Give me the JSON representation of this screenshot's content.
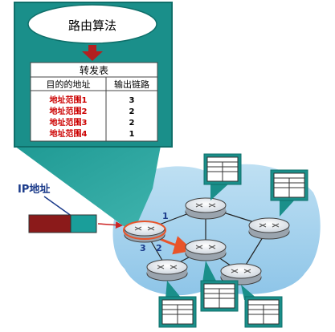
{
  "title": "路由算法",
  "forwarding_table": {
    "title": "转发表",
    "headers": [
      "目的的地址",
      "输出链路"
    ],
    "rows": [
      {
        "dest": "地址范围1",
        "link": "3"
      },
      {
        "dest": "地址范围2",
        "link": "2"
      },
      {
        "dest": "地址范围3",
        "link": "2"
      },
      {
        "dest": "地址范围4",
        "link": "1"
      }
    ]
  },
  "ip_label": "IP地址",
  "port_labels": [
    "1",
    "2",
    "3"
  ],
  "colors": {
    "panel": "#1a8f8a",
    "network_cloud": "#a9d4ee",
    "arrow": "#e8542a",
    "packet_header": "#8b1a1a",
    "packet_body": "#1a9e9a",
    "range_text": "#cc0000"
  }
}
